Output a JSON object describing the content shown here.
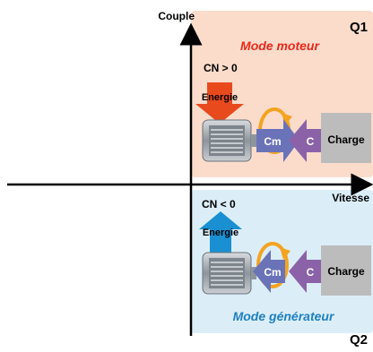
{
  "axes": {
    "y_label": "Couple",
    "x_label": "Vitesse"
  },
  "q1": {
    "label": "Q1",
    "mode": "Mode moteur",
    "cn": "CN > 0",
    "energy": "Energie",
    "cm": "Cm",
    "c": "C",
    "load": "Charge",
    "colors": {
      "panel": "#fbdccb",
      "title": "#e8281b",
      "energy_arrow": "#e84a1e"
    }
  },
  "q2": {
    "label": "Q2",
    "mode": "Mode générateur",
    "cn": "CN < 0",
    "energy": "Energie",
    "cm": "Cm",
    "c": "C",
    "load": "Charge",
    "colors": {
      "panel": "#dbeef8",
      "title": "#1e7fc0",
      "energy_arrow": "#1a8fd2"
    }
  },
  "colors": {
    "cm_arrow": "#6a73b8",
    "c_arrow": "#8b62a8",
    "rotation": "#f4a320",
    "load_box": "#bcbcbc",
    "motor": "#9aa0a6"
  }
}
